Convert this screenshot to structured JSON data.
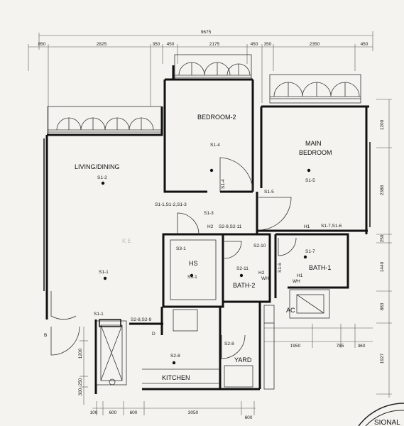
{
  "dimensions": {
    "overall_top": "9675",
    "top_row": [
      "850",
      "2825",
      "350",
      "450",
      "2175",
      "450",
      "350",
      "2350",
      "450"
    ],
    "bottom_row": [
      "100",
      "600",
      "600",
      "3050",
      "600"
    ],
    "right_col": [
      "1200",
      "2388",
      "250",
      "1440",
      "883",
      "1927"
    ],
    "left_col": [
      "1200",
      "250",
      "300"
    ],
    "yard_row": [
      "1950",
      "785",
      "360"
    ]
  },
  "rooms": {
    "living": "LIVING/DINING",
    "bedroom2": "BEDROOM-2",
    "main_bedroom_1": "MAIN",
    "main_bedroom_2": "BEDROOM",
    "hs": "HS",
    "bath1": "BATH-1",
    "bath2": "BATH-2",
    "ac": "AC",
    "kitchen": "KITCHEN",
    "yard": "YARD"
  },
  "points": {
    "s1_4a": "S1-4",
    "s1_4b": "S1-4",
    "s1_5a": "S1-5",
    "s1_5b": "S1-5",
    "s1_2": "S1-2",
    "s1_1": "S1-1",
    "s1_1_row": "S1-1,S1-2,S1-3",
    "s1_3": "S1-3",
    "h2_s2": "S2-9,S2-11",
    "h2": "H2",
    "h1_a": "H1",
    "h1_s1": "S1-7,S1-6",
    "s3_1a": "S3-1",
    "s3_1b": "S3-1",
    "s2_10": "S2-10",
    "s2_11": "S2-11",
    "s1_7": "S1-7",
    "s1_6": "S1-6",
    "h1_b": "H1",
    "wh_a": "WH",
    "wh_b": "WH",
    "h2_b": "H2",
    "s1_1c": "S1-1",
    "s2_8row": "S2-8,S2-9",
    "s2_8": "S2-8",
    "s2_8b": "S2-8",
    "b_mark": "B",
    "d_mark": "D",
    "ke": "K   E"
  },
  "stamp": "SIONAL"
}
